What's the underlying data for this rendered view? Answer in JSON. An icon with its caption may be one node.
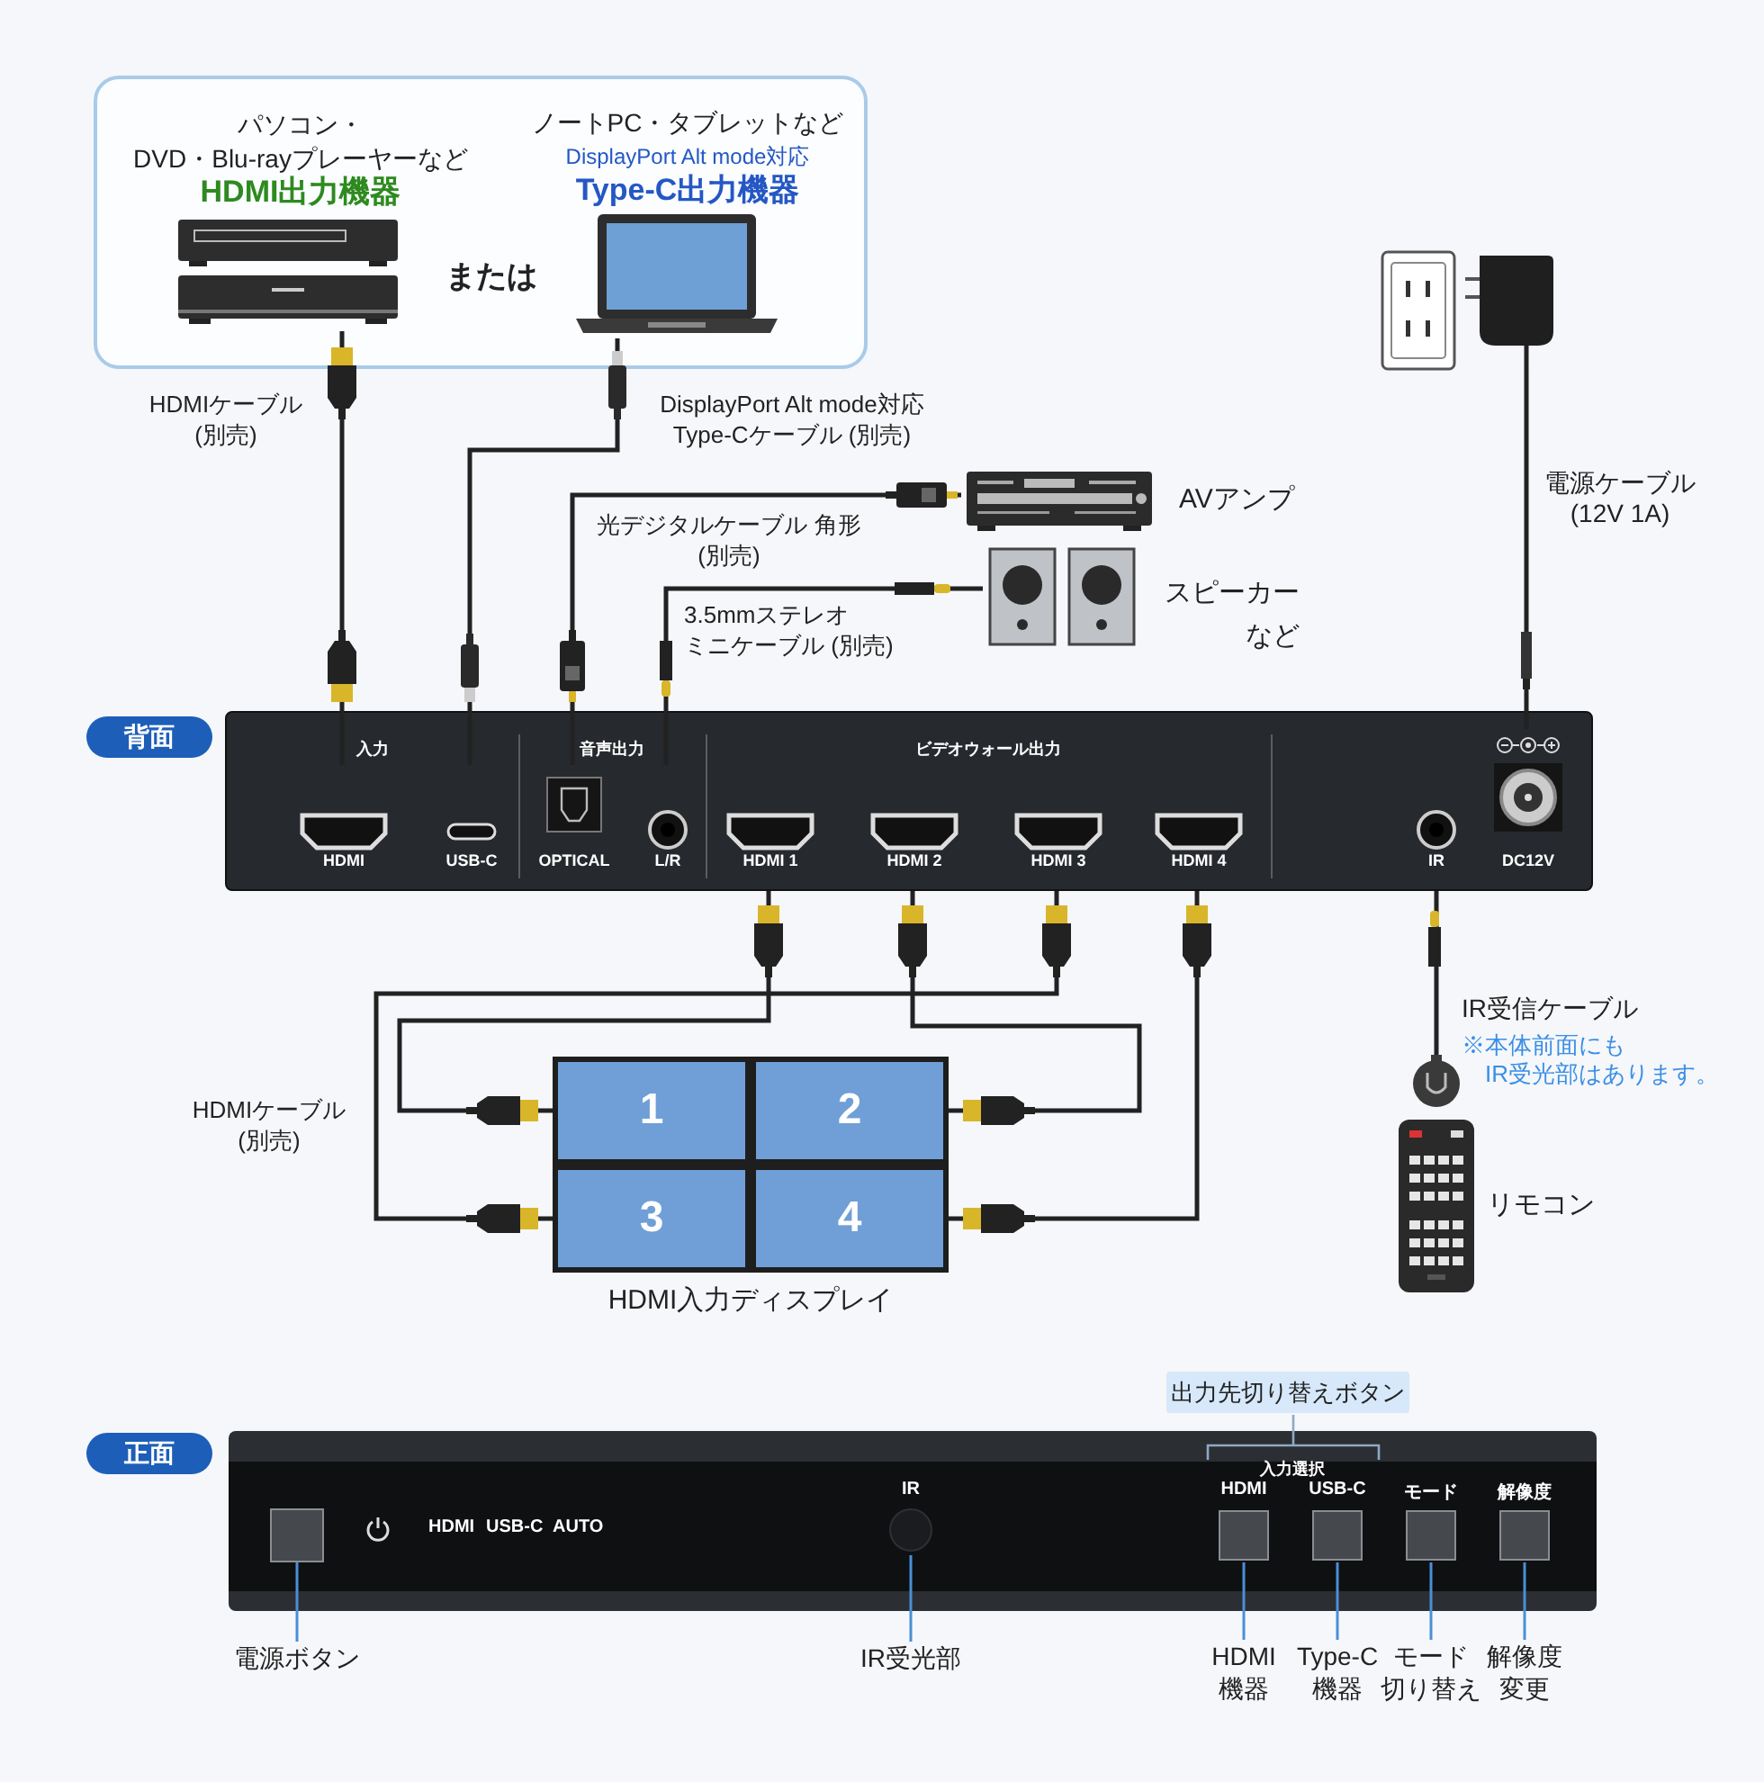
{
  "diagram": {
    "nodes": [
      {
        "text": [
          "または"
        ]
      },
      {
        "text": [
          "パソコン・DVD・Blu-rayプレーヤーなど",
          "HDMI出力機器"
        ],
        "in": 0
      },
      {
        "text": [
          "ノートPC・タブレットなど",
          "DisplayPort Alt mode対応",
          "Type-C出力機器"
        ],
        "in": 0
      },
      {
        "text": [],
        "shape": "picture"
      },
      {
        "text": [
          "AVアンプ"
        ]
      },
      {
        "text": [
          "スピーカーなど"
        ]
      },
      {
        "text": [
          "背面"
        ]
      },
      {
        "text": [
          "入力",
          "音声出力",
          "ビデオウォール出力"
        ]
      },
      {
        "text": [
          "HDMI"
        ],
        "in": 7
      },
      {
        "text": [
          "USB-C"
        ],
        "in": 7
      },
      {
        "text": [
          "OPTICAL"
        ],
        "in": 7
      },
      {
        "text": [
          "L/R"
        ],
        "in": 7
      },
      {
        "text": [
          "HDMI 1"
        ],
        "in": 7
      },
      {
        "text": [
          "HDMI 2"
        ],
        "in": 7
      },
      {
        "text": [
          "HDMI 3"
        ],
        "in": 7
      },
      {
        "text": [
          "HDMI 4"
        ],
        "in": 7
      },
      {
        "text": [
          "IR"
        ],
        "in": 7
      },
      {
        "text": [
          "DC12V"
        ],
        "in": 7
      },
      {
        "text": [
          "HDMI入力ディスプレイ"
        ]
      },
      {
        "text": [
          "1"
        ],
        "in": 18
      },
      {
        "text": [
          "2"
        ],
        "in": 18
      },
      {
        "text": [
          "3"
        ],
        "in": 18
      },
      {
        "text": [
          "4"
        ],
        "in": 18
      },
      {
        "text": [],
        "shape": "picture"
      },
      {
        "text": [
          "リモコン"
        ]
      },
      {
        "text": [
          "出力先切り替えボタン"
        ]
      },
      {
        "text": [
          "正面"
        ]
      },
      {
        "text": [
          "HDMI",
          "USB-C",
          "AUTO",
          "入力選択"
        ]
      },
      {
        "text": [],
        "shape": "box",
        "in": 27
      },
      {
        "text": [
          "IR"
        ],
        "in": 27
      },
      {
        "text": [
          "HDMI"
        ],
        "in": 27
      },
      {
        "text": [
          "USB-C"
        ],
        "in": 27
      },
      {
        "text": [
          "モード"
        ],
        "in": 27
      },
      {
        "text": [
          "解像度"
        ],
        "in": 27
      },
      {
        "text": [
          "電源ボタン"
        ]
      },
      {
        "text": [
          "IR受光部"
        ]
      },
      {
        "text": [
          "HDMI 機器"
        ]
      },
      {
        "text": [
          "Type-C 機器"
        ]
      },
      {
        "text": [
          "モード切り替え"
        ]
      },
      {
        "text": [
          "解像度変更"
        ]
      }
    ],
    "edges": [
      {
        "from": 1,
        "to": 8,
        "arrow": "none",
        "label": "HDMIケーブル (別売)"
      },
      {
        "from": 2,
        "to": 9,
        "arrow": "none",
        "label": "DisplayPort Alt mode対応 Type-Cケーブル (別売)"
      },
      {
        "from": 4,
        "to": 10,
        "arrow": "none",
        "label": "光デジタルケーブル 角形 (別売)"
      },
      {
        "from": 5,
        "to": 11,
        "arrow": "none",
        "label": "3.5mmステレオミニケーブル (別売)"
      },
      {
        "from": 3,
        "to": 17,
        "arrow": "none",
        "label": "電源ケーブル (12V 1A)"
      },
      {
        "from": 12,
        "to": 19,
        "arrow": "none"
      },
      {
        "from": 13,
        "to": 20,
        "arrow": "none"
      },
      {
        "from": 14,
        "to": 21,
        "arrow": "none",
        "label": "HDMIケーブル (別売)"
      },
      {
        "from": 15,
        "to": 22,
        "arrow": "none"
      },
      {
        "from": 16,
        "to": 23,
        "arrow": "none",
        "label": "IR受信ケーブル"
      },
      {
        "from": 28,
        "to": 34,
        "arrow": "none",
        "color": "#4a8fd8"
      },
      {
        "from": 29,
        "to": 35,
        "arrow": "none",
        "color": "#4a8fd8"
      },
      {
        "from": 30,
        "to": 36,
        "arrow": "none",
        "color": "#4a8fd8"
      },
      {
        "from": 31,
        "to": 37,
        "arrow": "none",
        "color": "#4a8fd8"
      },
      {
        "from": 32,
        "to": 38,
        "arrow": "none",
        "color": "#4a8fd8"
      },
      {
        "from": 33,
        "to": 39,
        "arrow": "none",
        "color": "#4a8fd8"
      }
    ],
    "labels": [
      "※本体前面にもIR受光部はあります。"
    ]
  }
}
